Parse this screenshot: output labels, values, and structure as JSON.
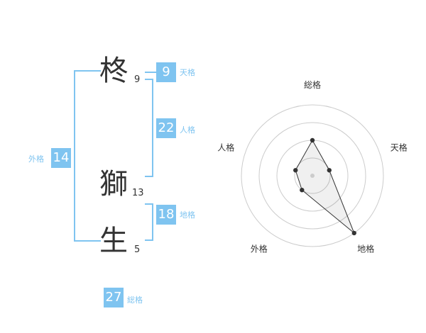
{
  "characters": [
    {
      "char": "柊",
      "strokes": "9"
    },
    {
      "char": "獅",
      "strokes": "13"
    },
    {
      "char": "生",
      "strokes": "5"
    }
  ],
  "fortunes": {
    "tenkaku": {
      "value": "9",
      "label": "天格"
    },
    "jinkaku": {
      "value": "22",
      "label": "人格"
    },
    "chikaku": {
      "value": "18",
      "label": "地格"
    },
    "gaikaku": {
      "value": "14",
      "label": "外格"
    },
    "soukaku": {
      "value": "27",
      "label": "総格"
    }
  },
  "colors": {
    "accent": "#7fc4f0",
    "text": "#333333",
    "ring": "#cccccc"
  },
  "chart_data": {
    "type": "radar",
    "axes": [
      "総格",
      "天格",
      "地格",
      "外格",
      "人格"
    ],
    "values": [
      2,
      1,
      4,
      1,
      1
    ],
    "max": 4,
    "rings": 4
  }
}
